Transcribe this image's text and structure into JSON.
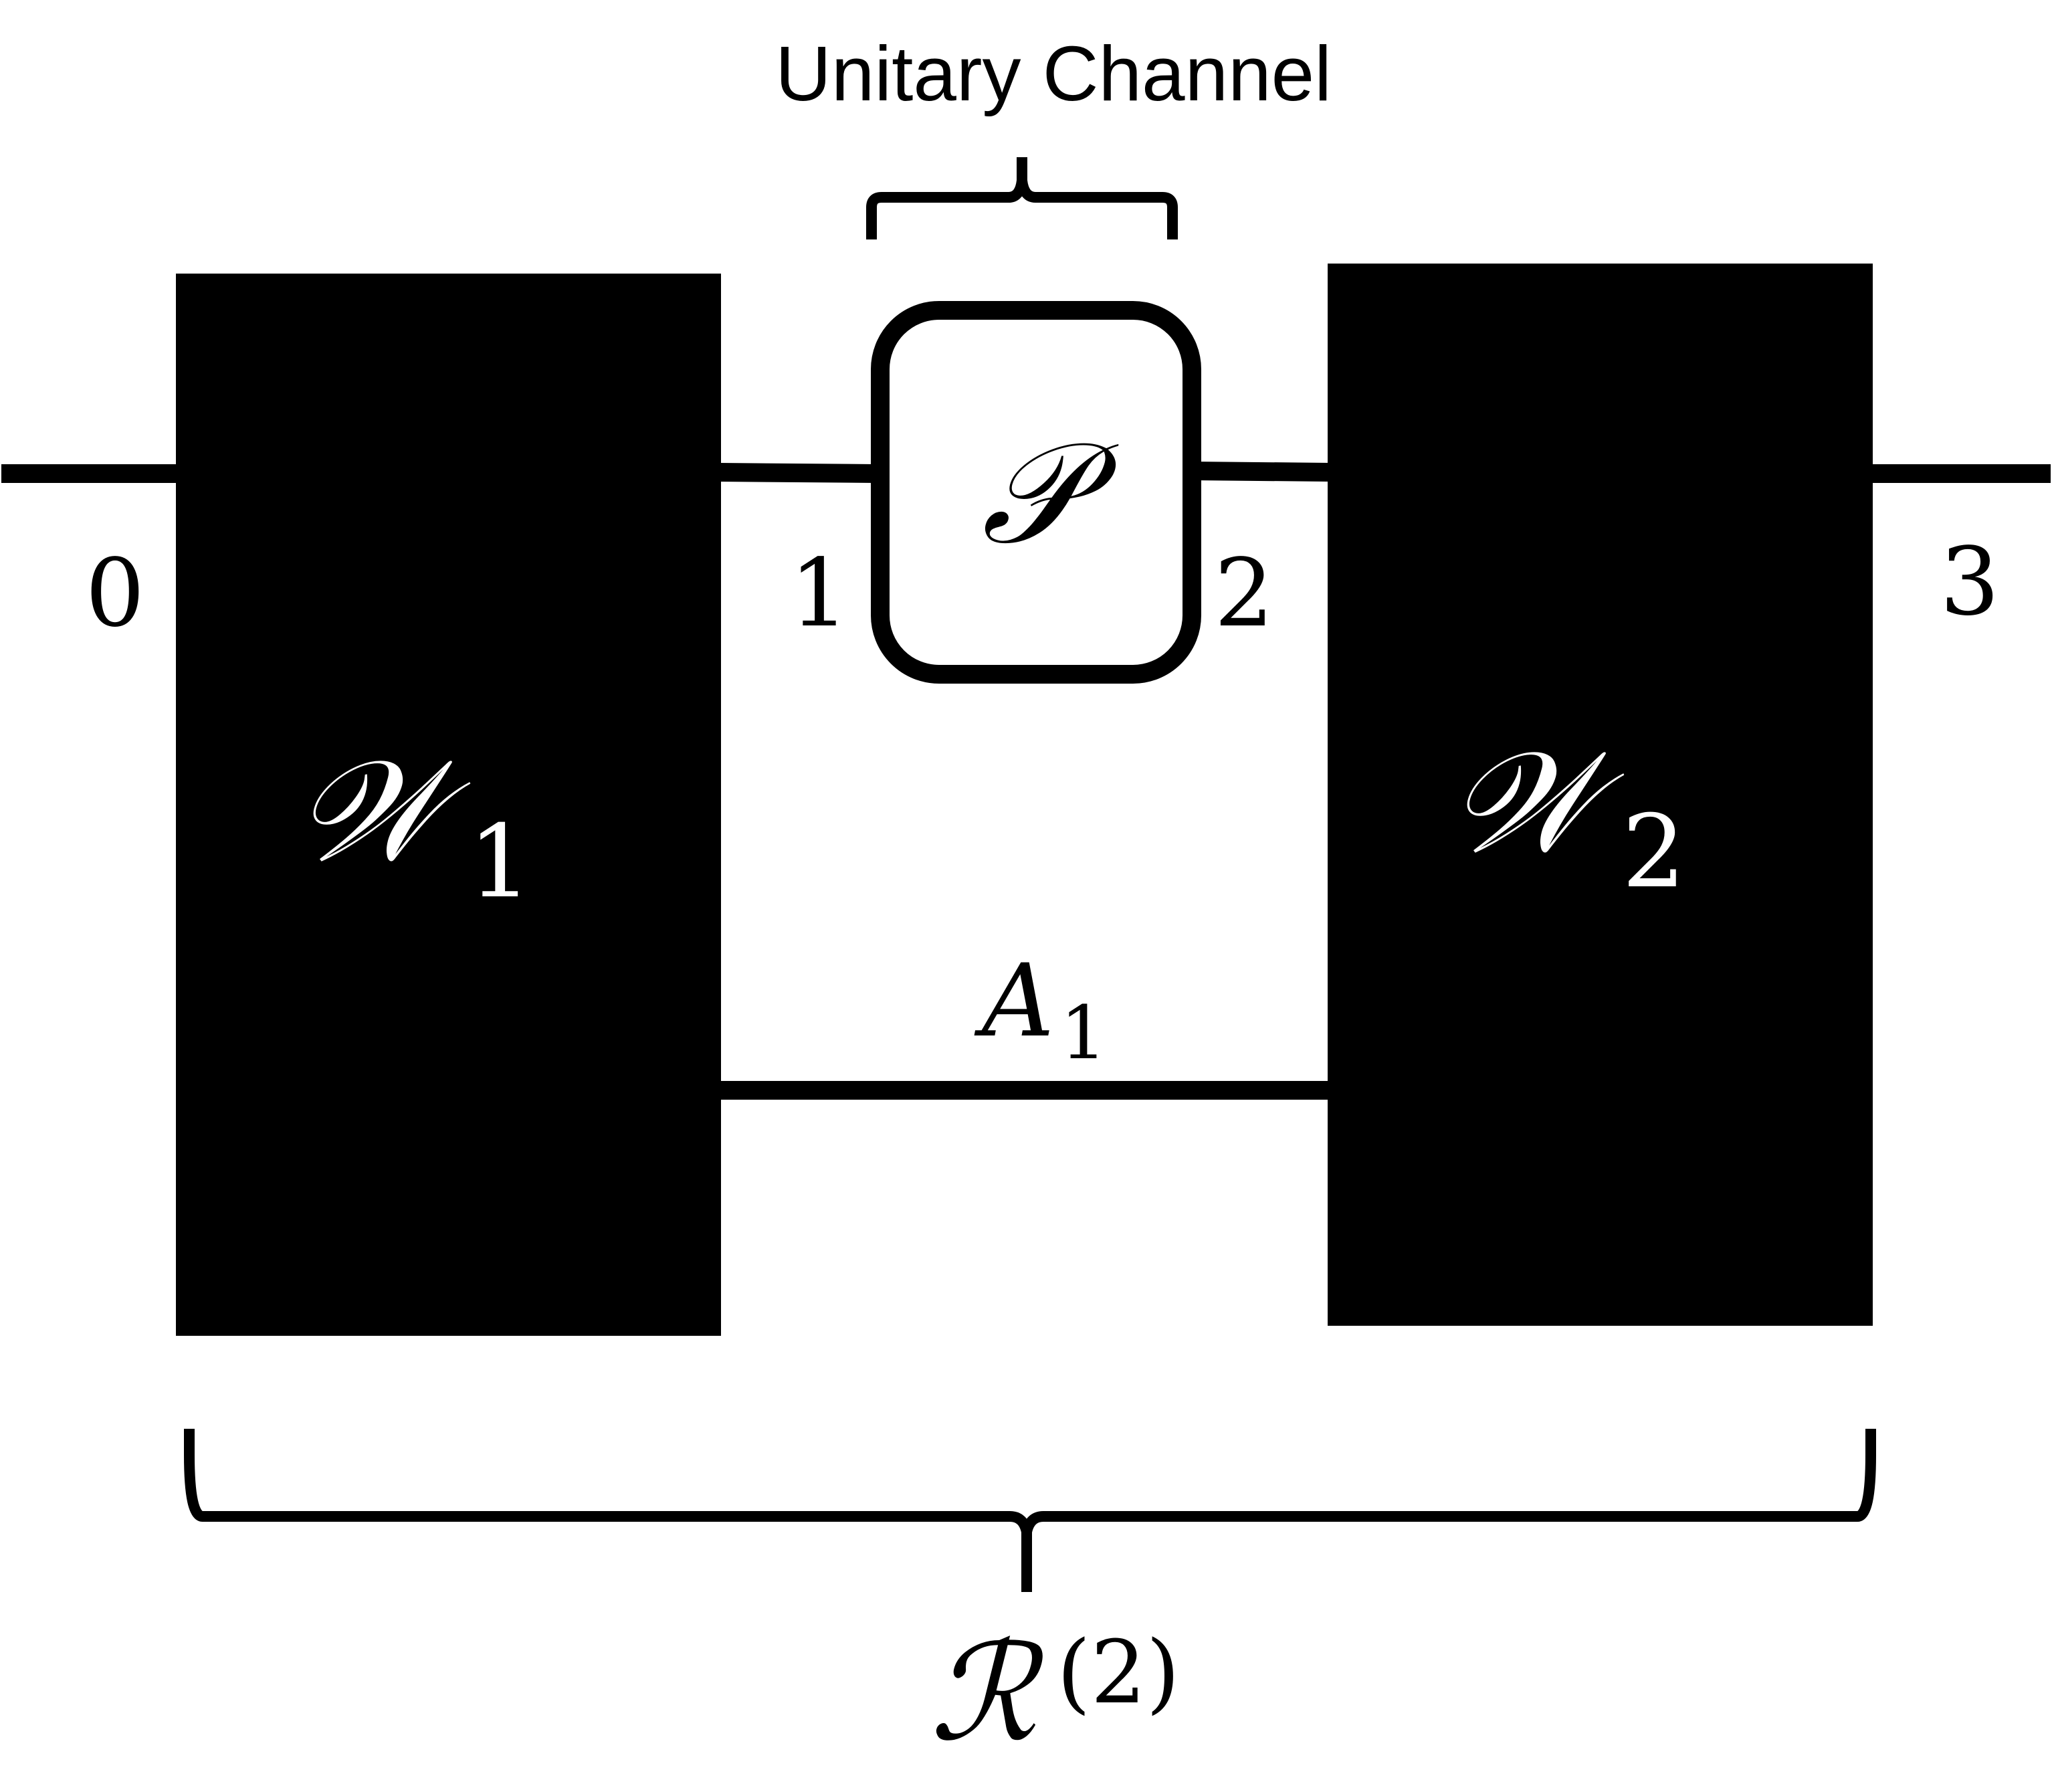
{
  "colors": {
    "ink": "#000000",
    "background": "#ffffff",
    "block_text": "#ffffff"
  },
  "brace_top": {
    "label": "Unitary Channel"
  },
  "wire_labels": {
    "w0": "0",
    "w1": "1",
    "w2": "2",
    "w3": "3"
  },
  "channel": {
    "symbol": "𝒫"
  },
  "block_left": {
    "symbol": "𝒲",
    "subscript": "1"
  },
  "block_right": {
    "symbol": "𝒲",
    "subscript": "2"
  },
  "ancilla": {
    "symbol": "A",
    "subscript": "1"
  },
  "brace_bottom": {
    "symbol": "ℛ",
    "superscript": "(2)"
  }
}
